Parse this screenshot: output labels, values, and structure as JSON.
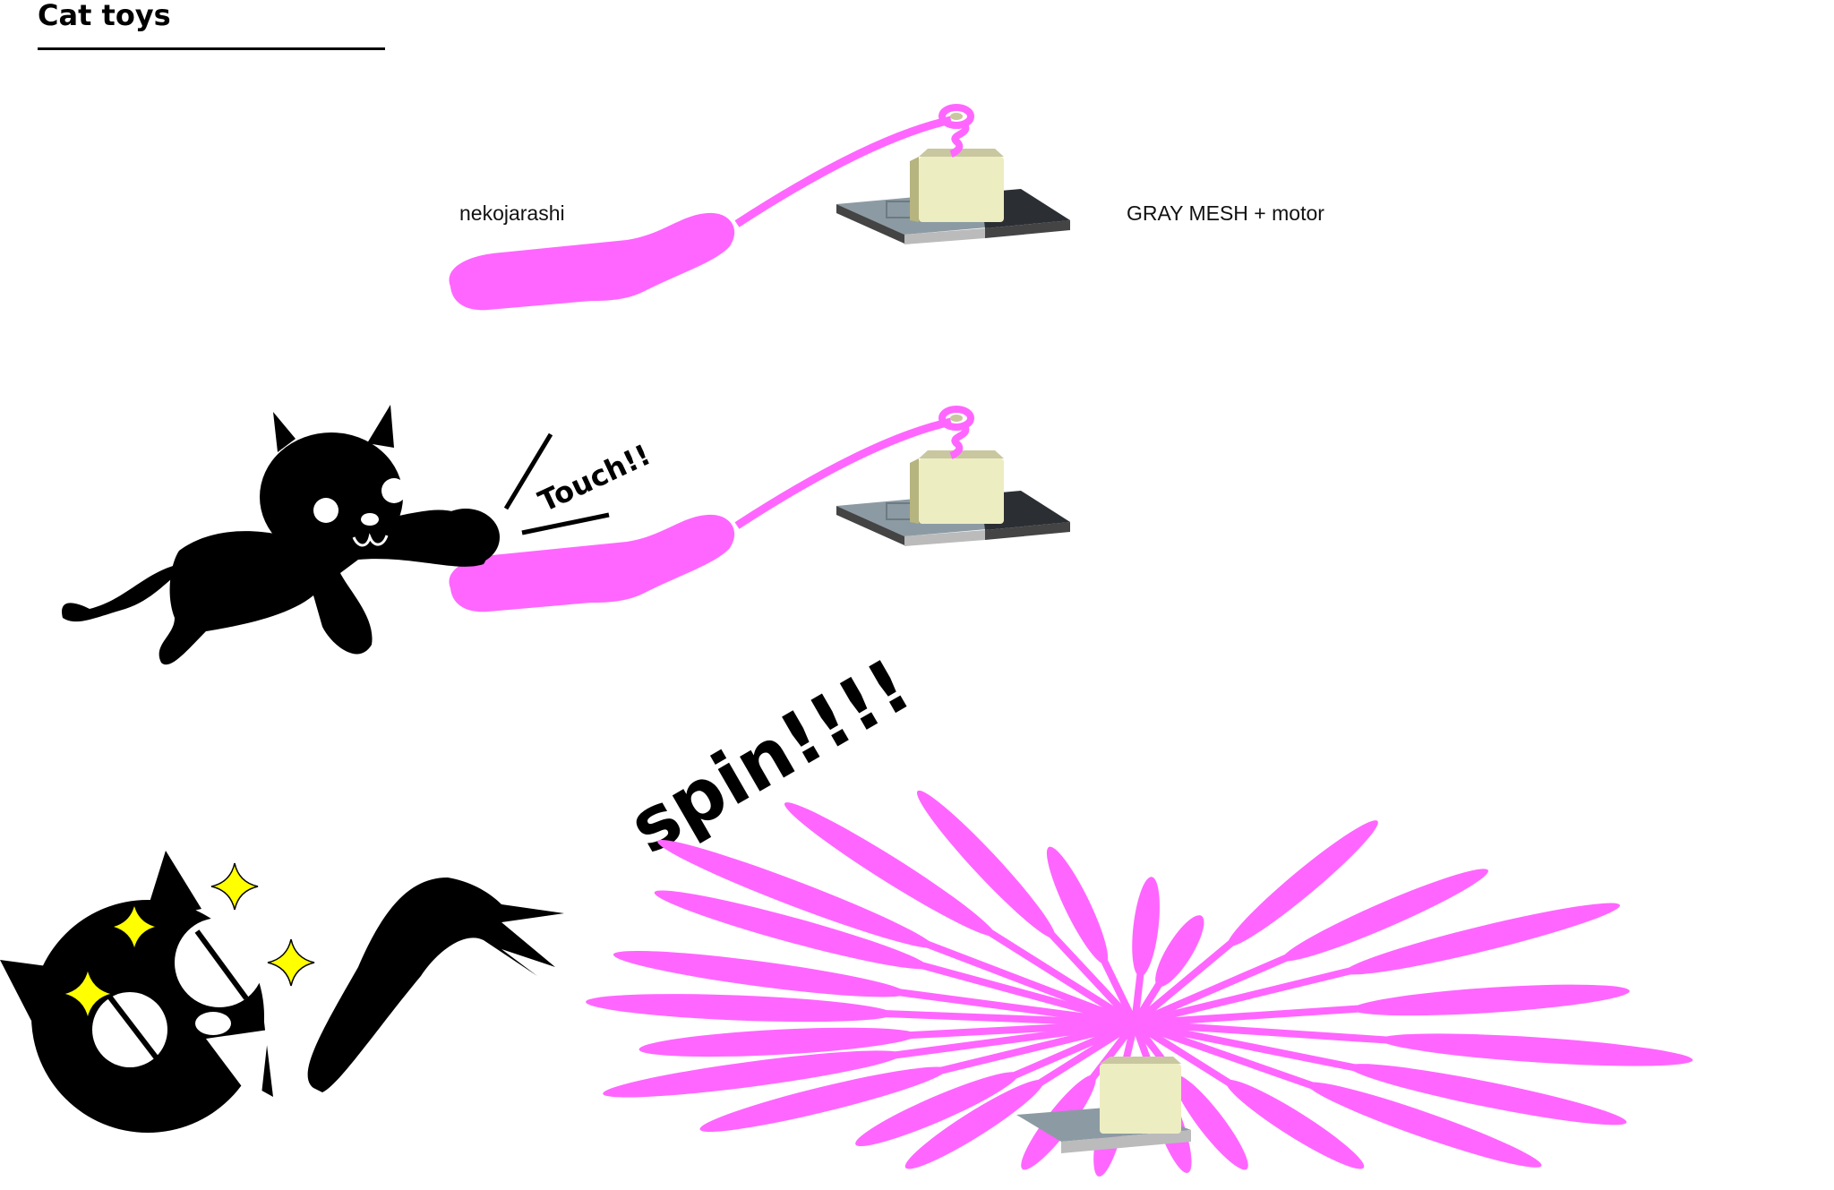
{
  "title": "Cat toys",
  "labels": {
    "toy": "nekojarashi",
    "device": "GRAY MESH + motor"
  },
  "effects": {
    "touch": "Touch!!",
    "spin": "spin!!!!"
  },
  "colors": {
    "pink": "#ff66ff",
    "cube": "#ededc2",
    "plate_light": "#8c9ba3",
    "plate_dark": "#2b2f33",
    "sparkle": "#ffff00"
  }
}
